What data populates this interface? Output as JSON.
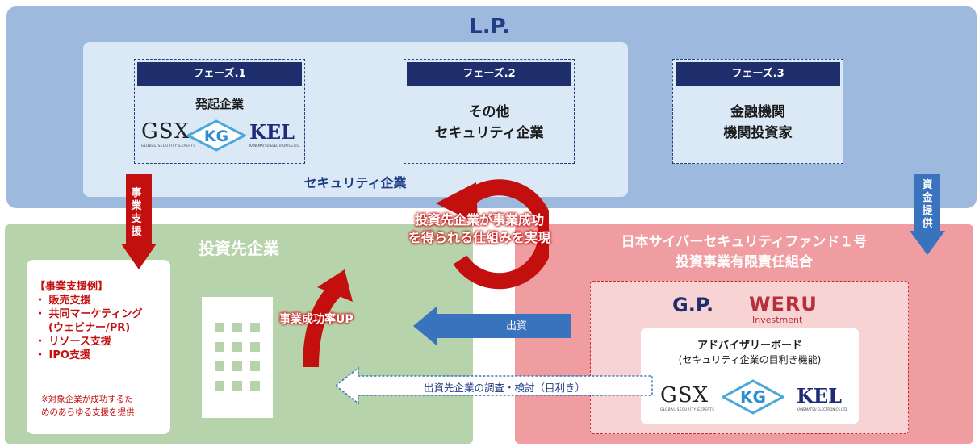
{
  "lp": {
    "title": "L.P.",
    "security_label": "セキュリティ企業"
  },
  "phases": [
    {
      "header": "フェーズ.1",
      "body": "発起企業"
    },
    {
      "header": "フェーズ.2",
      "body_line1": "その他",
      "body_line2": "セキュリティ企業"
    },
    {
      "header": "フェーズ.3",
      "body_line1": "金融機関",
      "body_line2": "機関投資家"
    }
  ],
  "logos": {
    "gsx": "GSX",
    "gsx_sub": "GLOBAL SECURITY EXPERTS",
    "kg": "KG",
    "kel": "KEL",
    "kel_sub": "KANEMATSU ELECTRONICS LTD."
  },
  "arrows": {
    "business_support": "事業支援",
    "capital": "資金提供",
    "cycle_line1": "投資先企業が事業成功",
    "cycle_line2": "を得られる仕組みを実現",
    "success_rate": "事業成功率UP",
    "investment": "出資",
    "research": "出資先企業の調査・検討（目利き）"
  },
  "portfolio": {
    "title": "投資先企業"
  },
  "support_box": {
    "title": "【事業支援例】",
    "items": [
      "販売支援",
      "共同マーケティング",
      "(ウェビナー/PR)",
      "リソース支援",
      "IPO支援"
    ],
    "note_line1": "※対象企業が成功するた",
    "note_line2": "めのあらゆる支援を提供"
  },
  "fund": {
    "title_line1": "日本サイバーセキュリティファンド１号",
    "title_line2": "投資事業有限責任組合",
    "gp": "G.P.",
    "weru": "WERU",
    "weru_sub": "Investment",
    "advisory_title": "アドバイザリーボード",
    "advisory_sub": "(セキュリティ企業の目利き機能)"
  },
  "colors": {
    "navy": "#1f2f6e",
    "lp_band": "#9db9dd",
    "green": "#b7d3ab",
    "red_band": "#ef9da0",
    "accent_red": "#c40f0f",
    "arrow_blue": "#3a73bd"
  }
}
